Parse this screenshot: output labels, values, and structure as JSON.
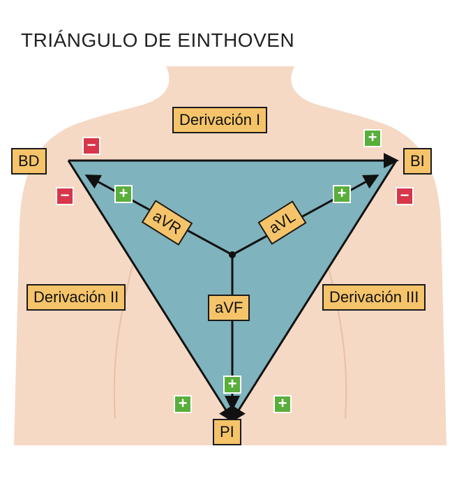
{
  "title": "TRIÁNGULO DE EINTHOVEN",
  "labels": {
    "deriv_i": "Derivación I",
    "deriv_ii": "Derivación II",
    "deriv_iii": "Derivación III",
    "bd": "BD",
    "bi": "BI",
    "pi": "PI",
    "avr": "aVR",
    "avl": "aVL",
    "avf": "aVF"
  },
  "signs": {
    "plus": "+",
    "minus": "−"
  },
  "colors": {
    "skin": "#f5d9c4",
    "triangle": "#7fb3bd",
    "label_fill": "#f5c46a",
    "plus": "#5aae3c",
    "minus": "#d8364a"
  }
}
